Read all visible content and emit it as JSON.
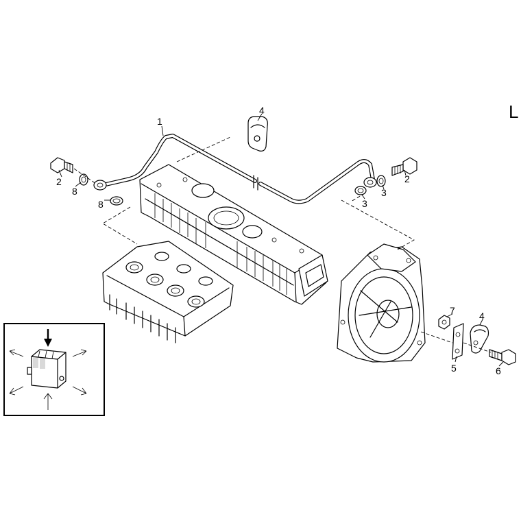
{
  "corner_mark": "L",
  "callouts": {
    "pipe": "1",
    "clip_top": "4",
    "banjo_bolt_left": "2",
    "washer_left_outer": "8",
    "washer_left_inner": "8",
    "banjo_bolt_right": "2",
    "washer_right_outer": "3",
    "washer_right_inner": "3",
    "nut": "7",
    "clip_right": "4",
    "plate": "5",
    "bolt": "6"
  }
}
